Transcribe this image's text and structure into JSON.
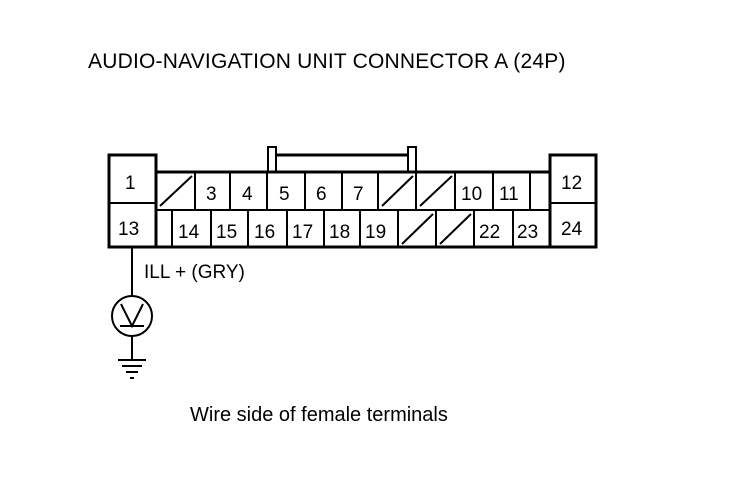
{
  "diagram": {
    "title": "AUDIO-NAVIGATION UNIT CONNECTOR A (24P)",
    "caption": "Wire side of female terminals",
    "wire_label": "ILL + (GRY)",
    "terminals": {
      "t1": "1",
      "t3": "3",
      "t4": "4",
      "t5": "5",
      "t6": "6",
      "t7": "7",
      "t10": "10",
      "t11": "11",
      "t12": "12",
      "t13": "13",
      "t14": "14",
      "t15": "15",
      "t16": "16",
      "t17": "17",
      "t18": "18",
      "t19": "19",
      "t22": "22",
      "t23": "23",
      "t24": "24"
    },
    "empty_cavities": [
      "2",
      "8",
      "9",
      "20",
      "21"
    ],
    "wired_terminal": "13",
    "wire_color": "GRY",
    "load_symbol": "lamp-icon",
    "ground_symbol": "ground-icon"
  }
}
